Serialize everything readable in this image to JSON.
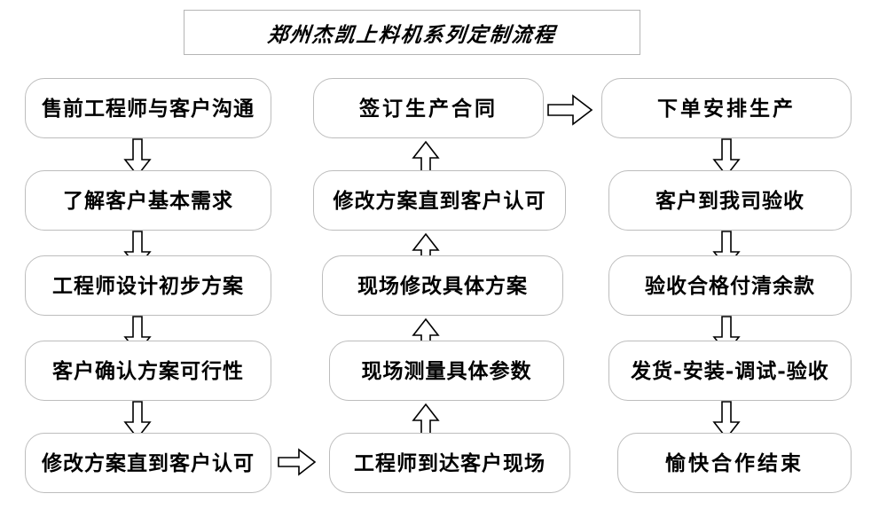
{
  "diagram": {
    "title": "郑州杰凯上料机系列定制流程",
    "background_color": "#ffffff",
    "node_border_color": "#bdbdbd",
    "arrow_color": "#000000",
    "columns": [
      {
        "name": "column-1",
        "flow_direction": "down",
        "nodes": [
          {
            "id": "n1",
            "label": "售前工程师与客户沟通"
          },
          {
            "id": "n2",
            "label": "了解客户基本需求"
          },
          {
            "id": "n3",
            "label": "工程师设计初步方案"
          },
          {
            "id": "n4",
            "label": "客户确认方案可行性"
          },
          {
            "id": "n5",
            "label": "修改方案直到客户认可"
          }
        ]
      },
      {
        "name": "column-2",
        "flow_direction": "up",
        "nodes": [
          {
            "id": "n10",
            "label": "签订生产合同"
          },
          {
            "id": "n9",
            "label": "修改方案直到客户认可"
          },
          {
            "id": "n8",
            "label": "现场修改具体方案"
          },
          {
            "id": "n7",
            "label": "现场测量具体参数"
          },
          {
            "id": "n6",
            "label": "工程师到达客户现场"
          }
        ]
      },
      {
        "name": "column-3",
        "flow_direction": "down",
        "nodes": [
          {
            "id": "n11",
            "label": "下单安排生产"
          },
          {
            "id": "n12",
            "label": "客户到我司验收"
          },
          {
            "id": "n13",
            "label": "验收合格付清余款"
          },
          {
            "id": "n14",
            "label": "发货-安装-调试-验收"
          },
          {
            "id": "n15",
            "label": "愉快合作结束"
          }
        ]
      }
    ],
    "connectors": [
      {
        "id": "a1",
        "icon": "arrow-down-icon",
        "from": "n1",
        "to": "n2"
      },
      {
        "id": "a2",
        "icon": "arrow-down-icon",
        "from": "n2",
        "to": "n3"
      },
      {
        "id": "a3",
        "icon": "arrow-down-icon",
        "from": "n3",
        "to": "n4"
      },
      {
        "id": "a4",
        "icon": "arrow-down-icon",
        "from": "n4",
        "to": "n5"
      },
      {
        "id": "a5",
        "icon": "arrow-right-icon",
        "from": "n5",
        "to": "n6"
      },
      {
        "id": "a6",
        "icon": "arrow-up-icon",
        "from": "n6",
        "to": "n7"
      },
      {
        "id": "a7",
        "icon": "arrow-up-icon",
        "from": "n7",
        "to": "n8"
      },
      {
        "id": "a8",
        "icon": "arrow-up-icon",
        "from": "n8",
        "to": "n9"
      },
      {
        "id": "a9",
        "icon": "arrow-up-icon",
        "from": "n9",
        "to": "n10"
      },
      {
        "id": "a10",
        "icon": "arrow-right-icon",
        "from": "n10",
        "to": "n11"
      },
      {
        "id": "a11",
        "icon": "arrow-down-icon",
        "from": "n11",
        "to": "n12"
      },
      {
        "id": "a12",
        "icon": "arrow-down-icon",
        "from": "n12",
        "to": "n13"
      },
      {
        "id": "a13",
        "icon": "arrow-down-icon",
        "from": "n13",
        "to": "n14"
      },
      {
        "id": "a14",
        "icon": "arrow-down-icon",
        "from": "n14",
        "to": "n15"
      }
    ]
  }
}
